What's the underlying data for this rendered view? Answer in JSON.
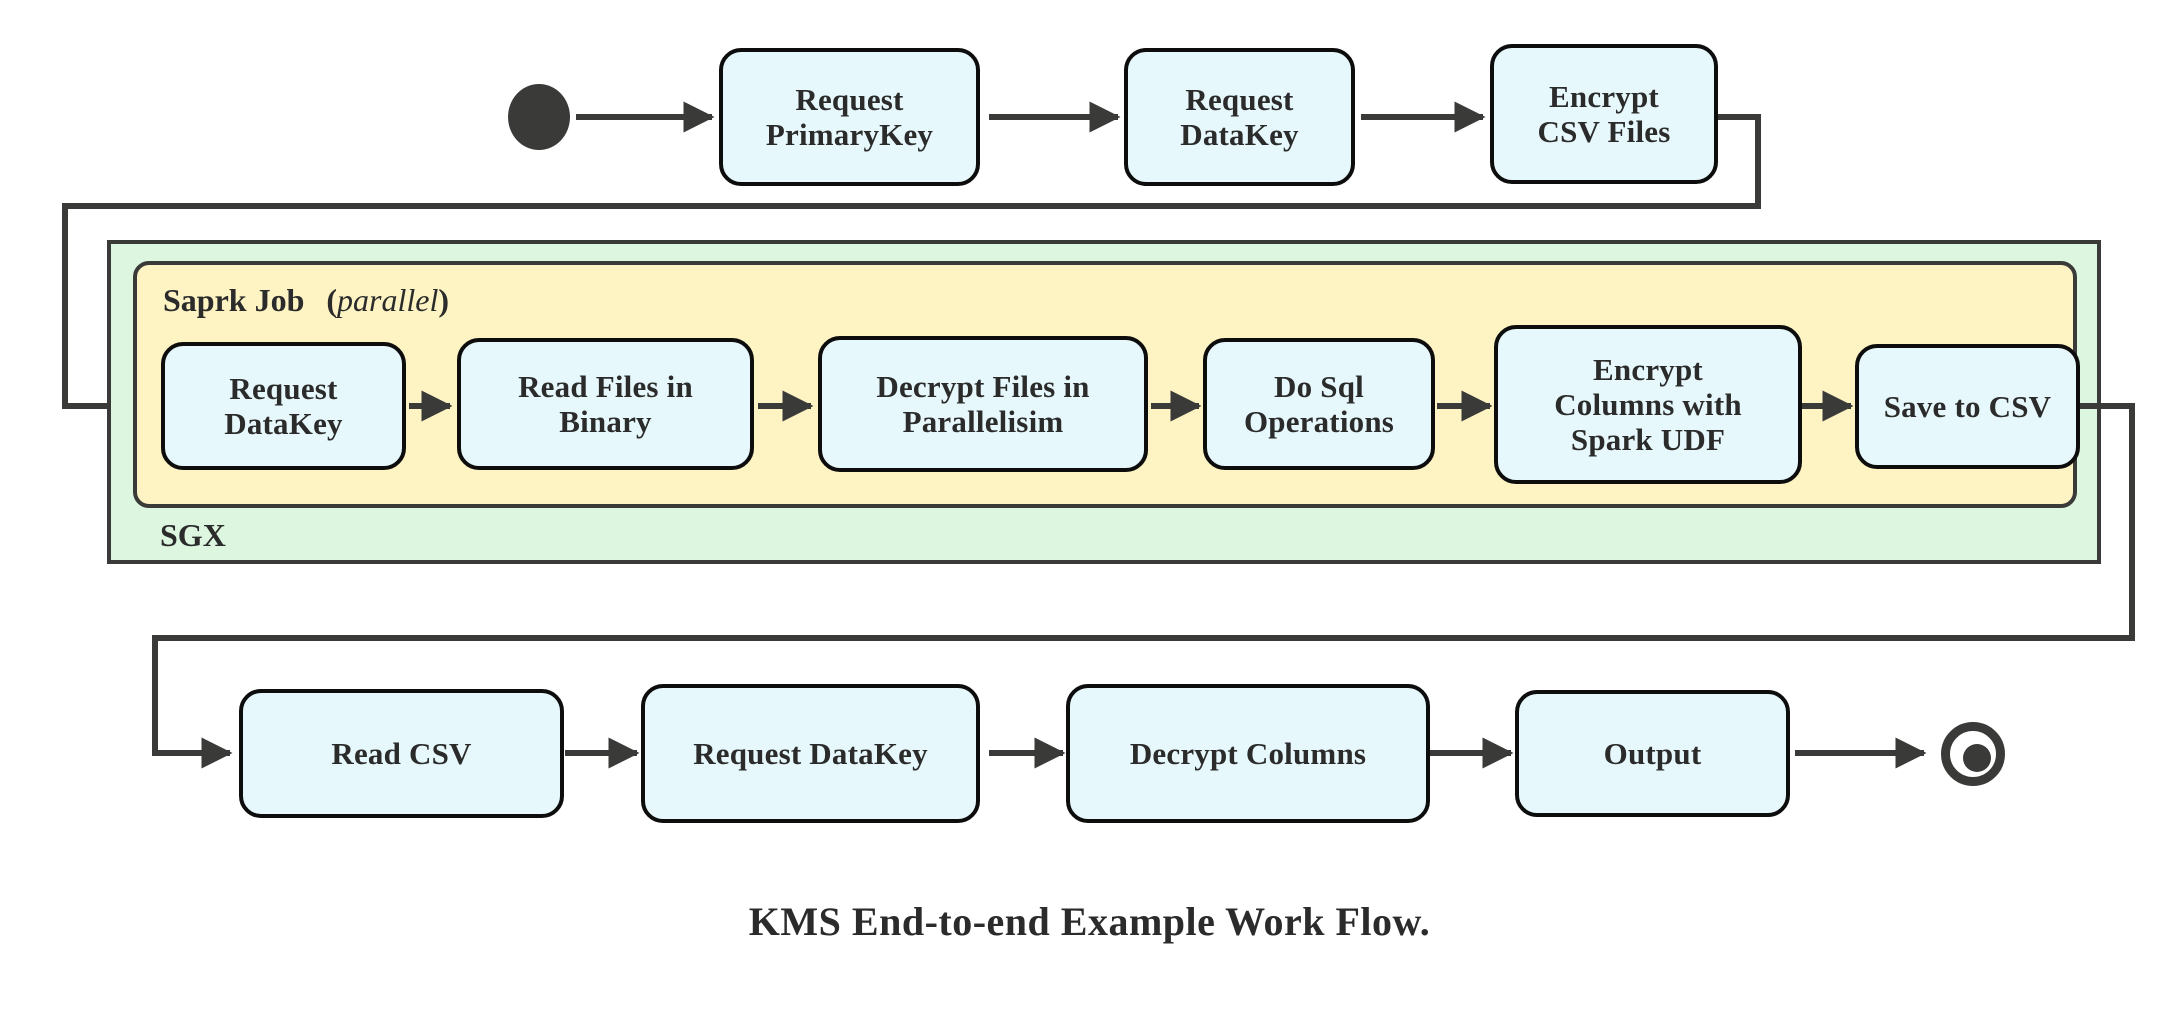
{
  "diagram": {
    "caption": "KMS End-to-end Example Work Flow.",
    "colors": {
      "node_fill": "#e6f8fb",
      "node_stroke": "#0d0d0d",
      "sgx_fill": "#ddf6e0",
      "spark_fill": "#fdf3c3",
      "connector": "#3a3a38",
      "text": "#2b2b2b",
      "background": "#ffffff"
    },
    "containers": {
      "sgx": {
        "label": "SGX"
      },
      "spark": {
        "label": "Saprk Job",
        "modifier": "(parallel)",
        "modifier_open": "(",
        "modifier_italic": "parallel",
        "modifier_close": ")"
      }
    },
    "nodes": {
      "start": {
        "name": "start-node"
      },
      "end": {
        "name": "end-node"
      },
      "row_top": [
        {
          "id": "request-primarykey",
          "line1": "Request",
          "line2": "PrimaryKey"
        },
        {
          "id": "request-datakey-top",
          "line1": "Request",
          "line2": "DataKey"
        },
        {
          "id": "encrypt-csv-files",
          "line1": "Encrypt",
          "line2": "CSV Files"
        }
      ],
      "row_spark": [
        {
          "id": "request-datakey-spark",
          "line1": "Request",
          "line2": "DataKey",
          "line3": ""
        },
        {
          "id": "read-files-in-binary",
          "line1": "Read Files in",
          "line2": "Binary",
          "line3": ""
        },
        {
          "id": "decrypt-files-in-parallelisim",
          "line1": "Decrypt Files in",
          "line2": "Parallelisim",
          "line3": ""
        },
        {
          "id": "do-sql-operations",
          "line1": "Do Sql",
          "line2": "Operations",
          "line3": ""
        },
        {
          "id": "encrypt-columns-with-spark-udf",
          "line1": "Encrypt",
          "line2": "Columns with",
          "line3": "Spark UDF"
        },
        {
          "id": "save-to-csv",
          "line1": "Save to CSV",
          "line2": "",
          "line3": ""
        }
      ],
      "row_bottom": [
        {
          "id": "read-csv",
          "line1": "Read CSV"
        },
        {
          "id": "request-datakey-bottom",
          "line1": "Request DataKey"
        },
        {
          "id": "decrypt-columns",
          "line1": "Decrypt Columns"
        },
        {
          "id": "output",
          "line1": "Output"
        }
      ]
    },
    "flow_order": [
      "start",
      "Request PrimaryKey",
      "Request DataKey",
      "Encrypt CSV Files",
      "Request DataKey",
      "Read Files in Binary",
      "Decrypt Files in Parallelisim",
      "Do Sql Operations",
      "Encrypt Columns with Spark UDF",
      "Save to CSV",
      "Read CSV",
      "Request DataKey",
      "Decrypt Columns",
      "Output",
      "end"
    ]
  }
}
